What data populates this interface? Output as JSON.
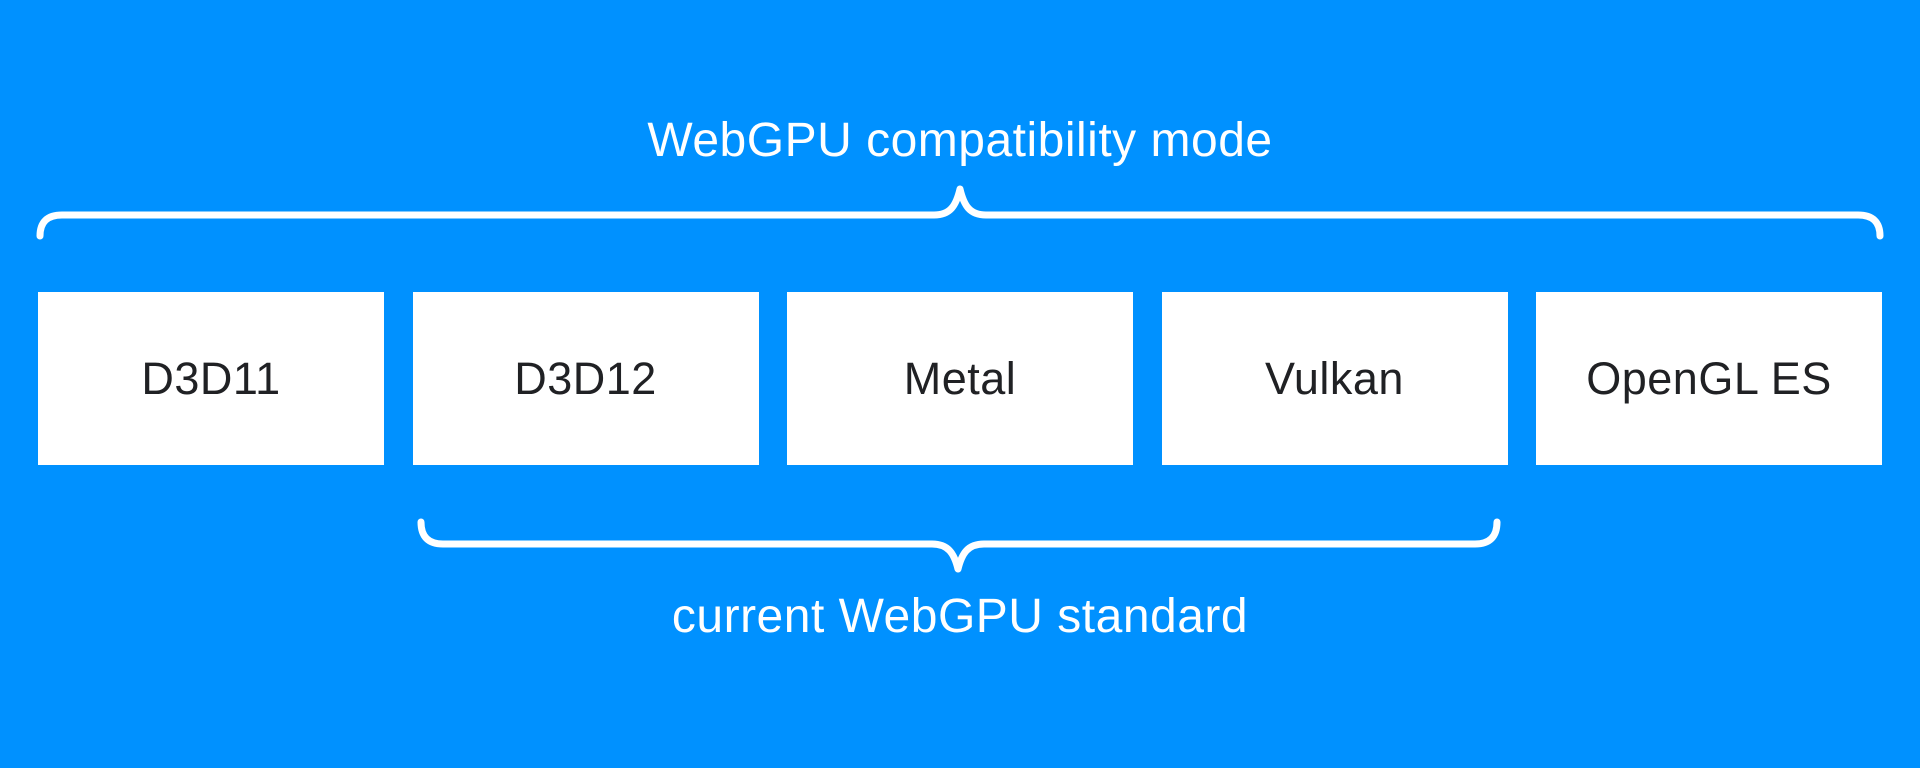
{
  "diagram": {
    "top_bracket": {
      "label": "WebGPU compatibility mode",
      "spans": [
        "D3D11",
        "D3D12",
        "Metal",
        "Vulkan",
        "OpenGL ES"
      ]
    },
    "bottom_bracket": {
      "label": "current WebGPU standard",
      "spans": [
        "D3D12",
        "Metal",
        "Vulkan"
      ]
    },
    "boxes": [
      {
        "label": "D3D11"
      },
      {
        "label": "D3D12"
      },
      {
        "label": "Metal"
      },
      {
        "label": "Vulkan"
      },
      {
        "label": "OpenGL ES"
      }
    ]
  },
  "colors": {
    "background": "#0091ff",
    "box_fill": "#ffffff",
    "box_text": "#202124",
    "brackets_and_labels": "#ffffff"
  }
}
